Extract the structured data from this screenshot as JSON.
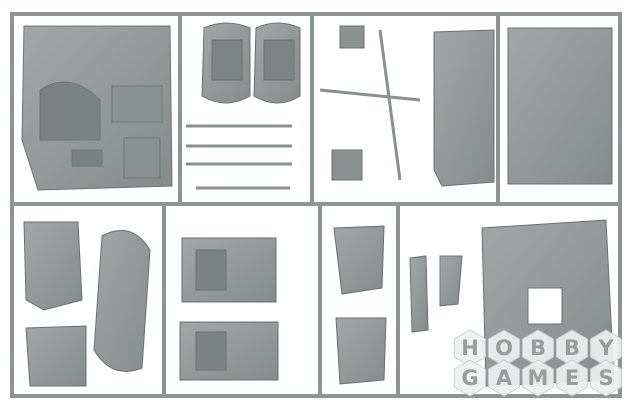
{
  "photo": {
    "subject": "plastic model kit sprue",
    "background_color": "#ffffff",
    "plastic_color": "#8f9495"
  },
  "watermark": {
    "line1": [
      "H",
      "O",
      "B",
      "B",
      "Y"
    ],
    "line2": [
      "G",
      "A",
      "M",
      "E",
      "S"
    ],
    "hex_fill": "#eef0f0",
    "letter_color": "#9a9c9c"
  }
}
